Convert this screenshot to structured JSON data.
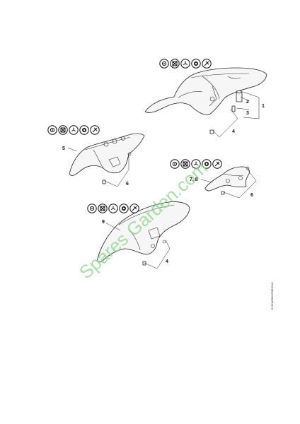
{
  "diagram": {
    "callouts": {
      "c1": "1",
      "c2": "2",
      "c3": "3",
      "c4a": "4",
      "c5": "5",
      "c6a": "6",
      "c78": "7, 8",
      "c6b": "6",
      "c9": "9",
      "c4b": "4"
    },
    "watermark": "Spares Garden.com",
    "drawing_code": "3VO14EB11R0B-EA0",
    "icon_rows": {
      "row_a": [
        "tool-torx-icon",
        "tool-cross-icon",
        "tool-three-blade-icon",
        "tool-ring-icon",
        "tool-slash-icon"
      ],
      "row_b": [
        "tool-torx-icon",
        "tool-cross-icon",
        "tool-three-blade-icon",
        "tool-ring-icon",
        "tool-slash-icon"
      ],
      "row_c": [
        "tool-torx-icon",
        "tool-cross-icon",
        "tool-three-blade-icon",
        "tool-ring-icon",
        "tool-slash-icon"
      ],
      "row_d": [
        "tool-torx-icon",
        "tool-cross-icon",
        "tool-three-blade-icon",
        "tool-ring-icon",
        "tool-slash-icon"
      ]
    }
  }
}
